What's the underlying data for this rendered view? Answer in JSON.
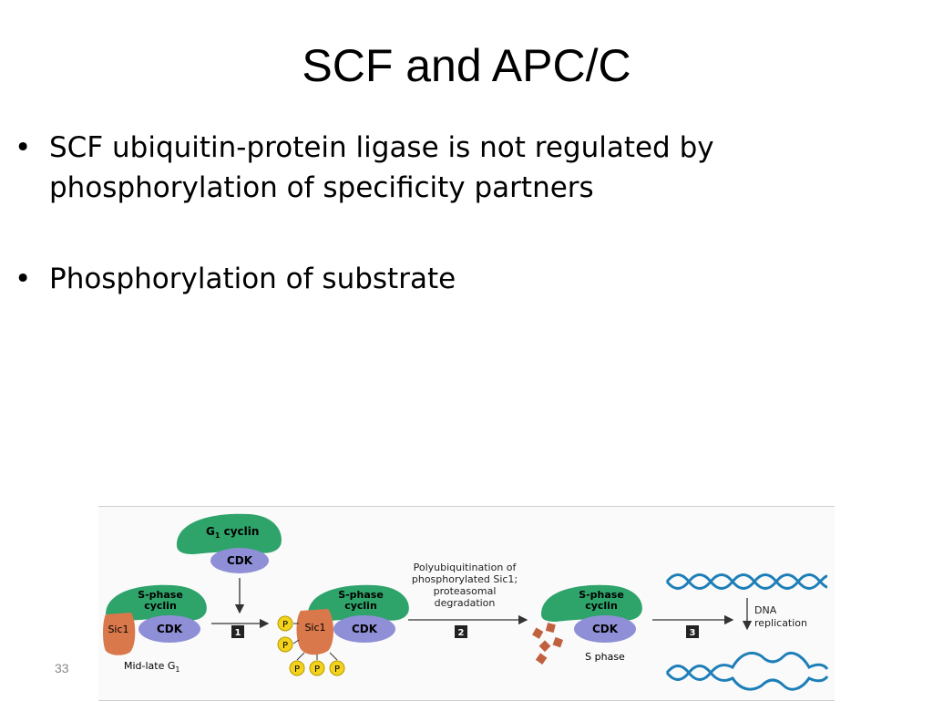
{
  "slide": {
    "title": "SCF and APC/C",
    "bullets": [
      {
        "marker": "•",
        "line1": "SCF ubiquitin-protein ligase is not regulated by",
        "line2": "phosphorylation of specificity partners"
      },
      {
        "marker": "•",
        "line1": "Phosphorylation of substrate",
        "line2": ""
      }
    ],
    "slide_number": "33"
  },
  "figure": {
    "g1_cyclin": "G",
    "g1_subscript": "1",
    "g1_cyclin_suffix": "cyclin",
    "cdk": "CDK",
    "s_phase_cyclin_line1": "S-phase",
    "s_phase_cyclin_line2": "cyclin",
    "sic1": "Sic1",
    "phospho": "P",
    "step1": "1",
    "step2": "2",
    "step3": "3",
    "label_mid_late": "Mid-late G",
    "label_mid_late_sub": "1",
    "step2_text_line1": "Polyubiquitination of",
    "step2_text_line2": "phosphorylated Sic1;",
    "step2_text_line3": "proteasomal",
    "step2_text_line4": "degradation",
    "label_s_phase": "S phase",
    "dna_line1": "DNA",
    "dna_line2": "replication",
    "colors": {
      "green": "#2ea36a",
      "cdk": "#8e8fd6",
      "sic1": "#d9784a",
      "phospho": "#f2d21a",
      "fragment": "#c0603e",
      "dna": "#1e7fb8"
    }
  }
}
